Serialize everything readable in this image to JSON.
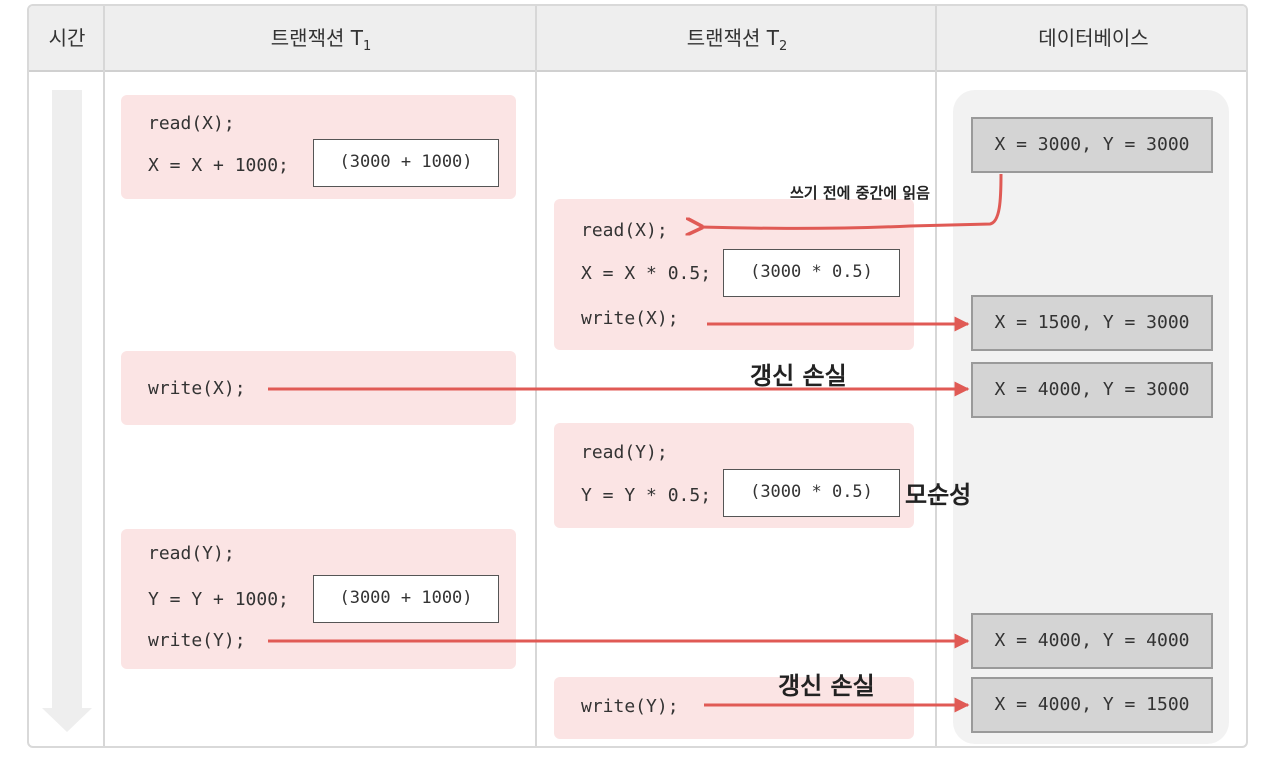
{
  "headers": {
    "time": "시간",
    "t1": "트랜잭션 T",
    "t1_sub": "1",
    "t2": "트랜잭션 T",
    "t2_sub": "2",
    "db": "데이터베이스"
  },
  "t1": {
    "block1": {
      "line1": "read(X);",
      "line2": "X = X + 1000;",
      "calc": "(3000 + 1000)"
    },
    "block2": {
      "line1": "write(X);"
    },
    "block3": {
      "line1": "read(Y);",
      "line2": "Y = Y + 1000;",
      "calc": "(3000 + 1000)",
      "line3": "write(Y);"
    }
  },
  "t2": {
    "block1": {
      "line1": "read(X);",
      "line2": "X = X * 0.5;",
      "calc": "(3000 * 0.5)",
      "line3": "write(X);"
    },
    "block2": {
      "line1": "read(Y);",
      "line2": "Y = Y * 0.5;",
      "calc": "(3000 * 0.5)"
    },
    "block3": {
      "line1": "write(Y);"
    }
  },
  "db_states": [
    "X = 3000, Y = 3000",
    "X = 1500, Y = 3000",
    "X = 4000, Y = 3000",
    "X = 4000, Y = 4000",
    "X = 4000, Y = 1500"
  ],
  "annotations": {
    "dirty_read": "쓰기 전에 중간에 읽음",
    "lost_update_1": "갱신 손실",
    "inconsistency": "모순성",
    "lost_update_2": "갱신 손실"
  },
  "colors": {
    "arrow": "#e05a55",
    "block": "#fbe4e4",
    "db_box": "#d4d4d4",
    "header": "#eeeeee"
  }
}
